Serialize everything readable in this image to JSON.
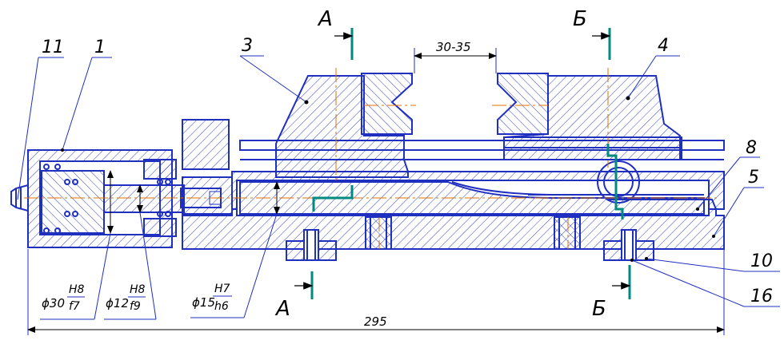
{
  "section_labels": {
    "a_top": "А",
    "b_top": "Б",
    "a_bottom": "А",
    "b_bottom": "Б"
  },
  "part_numbers": [
    "11",
    "1",
    "3",
    "4",
    "8",
    "5",
    "10",
    "16"
  ],
  "dimensions": {
    "jaw_gap": "30-35",
    "overall_length": "295",
    "fit1": {
      "diameter": "ϕ30",
      "upper": "H8",
      "lower": "f7"
    },
    "fit2": {
      "diameter": "ϕ12",
      "upper": "H8",
      "lower": "f9"
    },
    "fit3": {
      "diameter": "ϕ15",
      "upper": "H7",
      "lower": "h6"
    }
  },
  "colors": {
    "outline": "#1f2fbf",
    "axis": "#e07000",
    "section_line": "#008a80",
    "text": "#000000"
  }
}
